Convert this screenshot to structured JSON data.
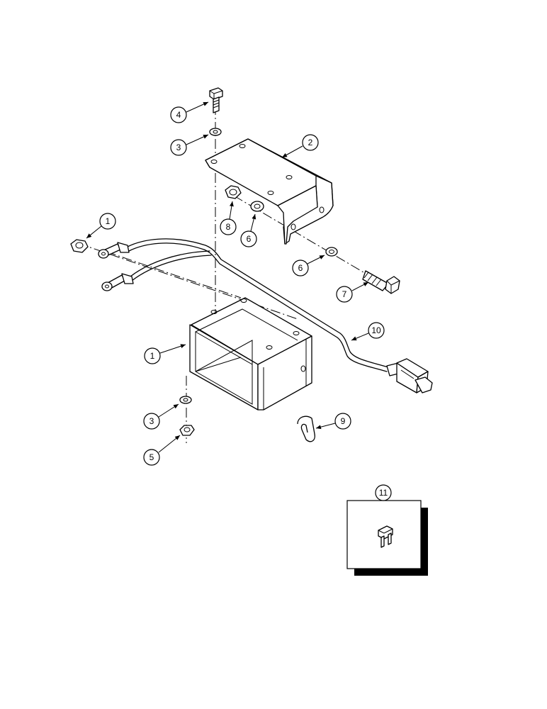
{
  "callouts": [
    {
      "id": "c4",
      "label": "4"
    },
    {
      "id": "c3a",
      "label": "3"
    },
    {
      "id": "c2",
      "label": "2"
    },
    {
      "id": "c1a",
      "label": "1"
    },
    {
      "id": "c8",
      "label": "8"
    },
    {
      "id": "c6a",
      "label": "6"
    },
    {
      "id": "c6b",
      "label": "6"
    },
    {
      "id": "c7",
      "label": "7"
    },
    {
      "id": "c10",
      "label": "10"
    },
    {
      "id": "c1b",
      "label": "1"
    },
    {
      "id": "c3b",
      "label": "3"
    },
    {
      "id": "c9",
      "label": "9"
    },
    {
      "id": "c5",
      "label": "5"
    },
    {
      "id": "c11",
      "label": "11"
    }
  ],
  "colors": {
    "line": "#000000",
    "background": "#ffffff"
  },
  "icons": [
    "bolt-icon",
    "washer-icon",
    "nut-icon",
    "bracket-icon",
    "housing-icon",
    "wire-harness-icon",
    "connector-icon",
    "clip-icon",
    "fuse-icon"
  ]
}
